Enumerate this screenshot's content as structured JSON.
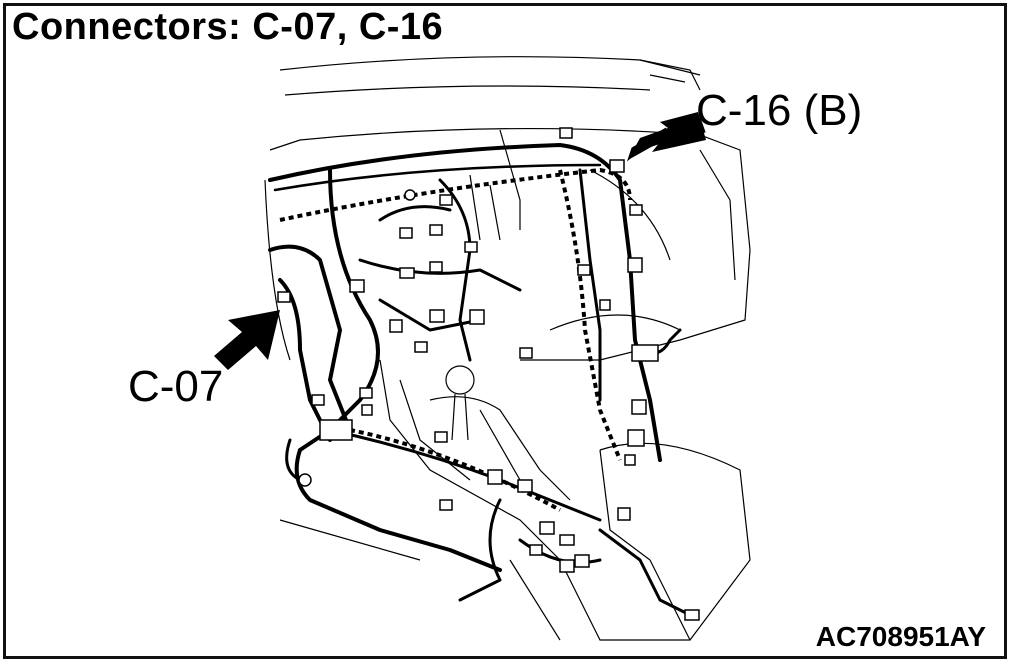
{
  "diagram": {
    "title": "Connectors: C-07, C-16",
    "callouts": {
      "c16": "C-16 (B)",
      "c07": "C-07"
    },
    "figure_id": "AC708951AY"
  },
  "colors": {
    "line": "#000000",
    "background": "#ffffff"
  }
}
